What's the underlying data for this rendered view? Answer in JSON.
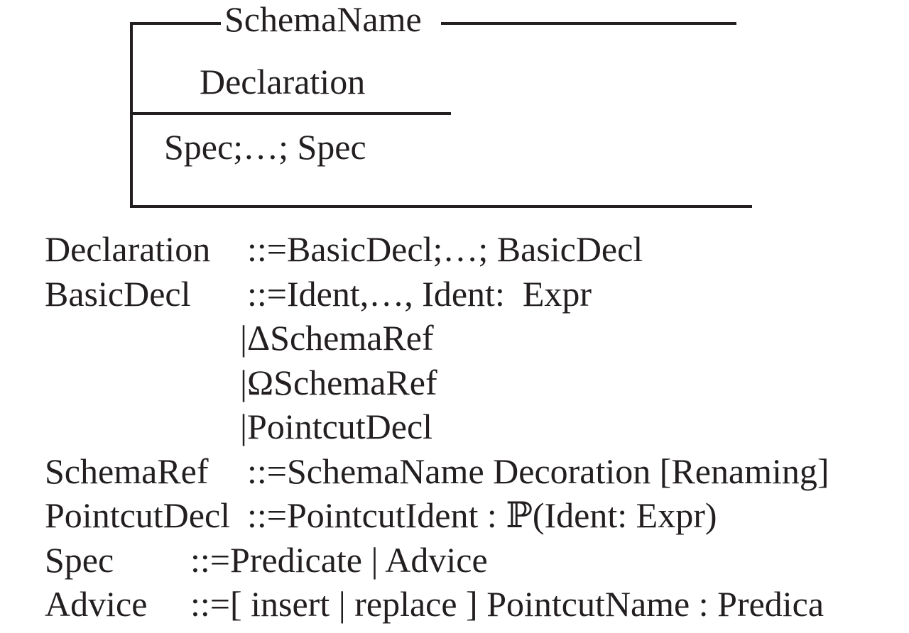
{
  "colors": {
    "ink": "#231f20",
    "background": "#ffffff"
  },
  "figure": {
    "schema_box": {
      "title": "SchemaName",
      "declaration": "Declaration",
      "predicate": "Spec;…; Spec"
    },
    "grammar": {
      "rules": [
        {
          "lhs": "Declaration",
          "op": "::=",
          "rhs": "BasicDecl;…; BasicDecl"
        },
        {
          "lhs": "BasicDecl",
          "op": "::=",
          "rhs": "Ident,…, Ident:  Expr"
        },
        {
          "alt": "|ΔSchemaRef"
        },
        {
          "alt": "|ΩSchemaRef"
        },
        {
          "alt": "|PointcutDecl"
        },
        {
          "lhs": "SchemaRef",
          "op": "::=",
          "rhs": "SchemaName Decoration [Renaming]"
        },
        {
          "lhs": "PointcutDecl",
          "op": "::=",
          "rhs": "PointcutIdent : ℙ(Ident: Expr)"
        },
        {
          "lhs": "Spec",
          "op": "::=",
          "rhs": "Predicate | Advice"
        },
        {
          "lhs": "Advice",
          "op": "::=",
          "rhs": "[ insert | replace ] PointcutName : Predica"
        }
      ]
    }
  }
}
